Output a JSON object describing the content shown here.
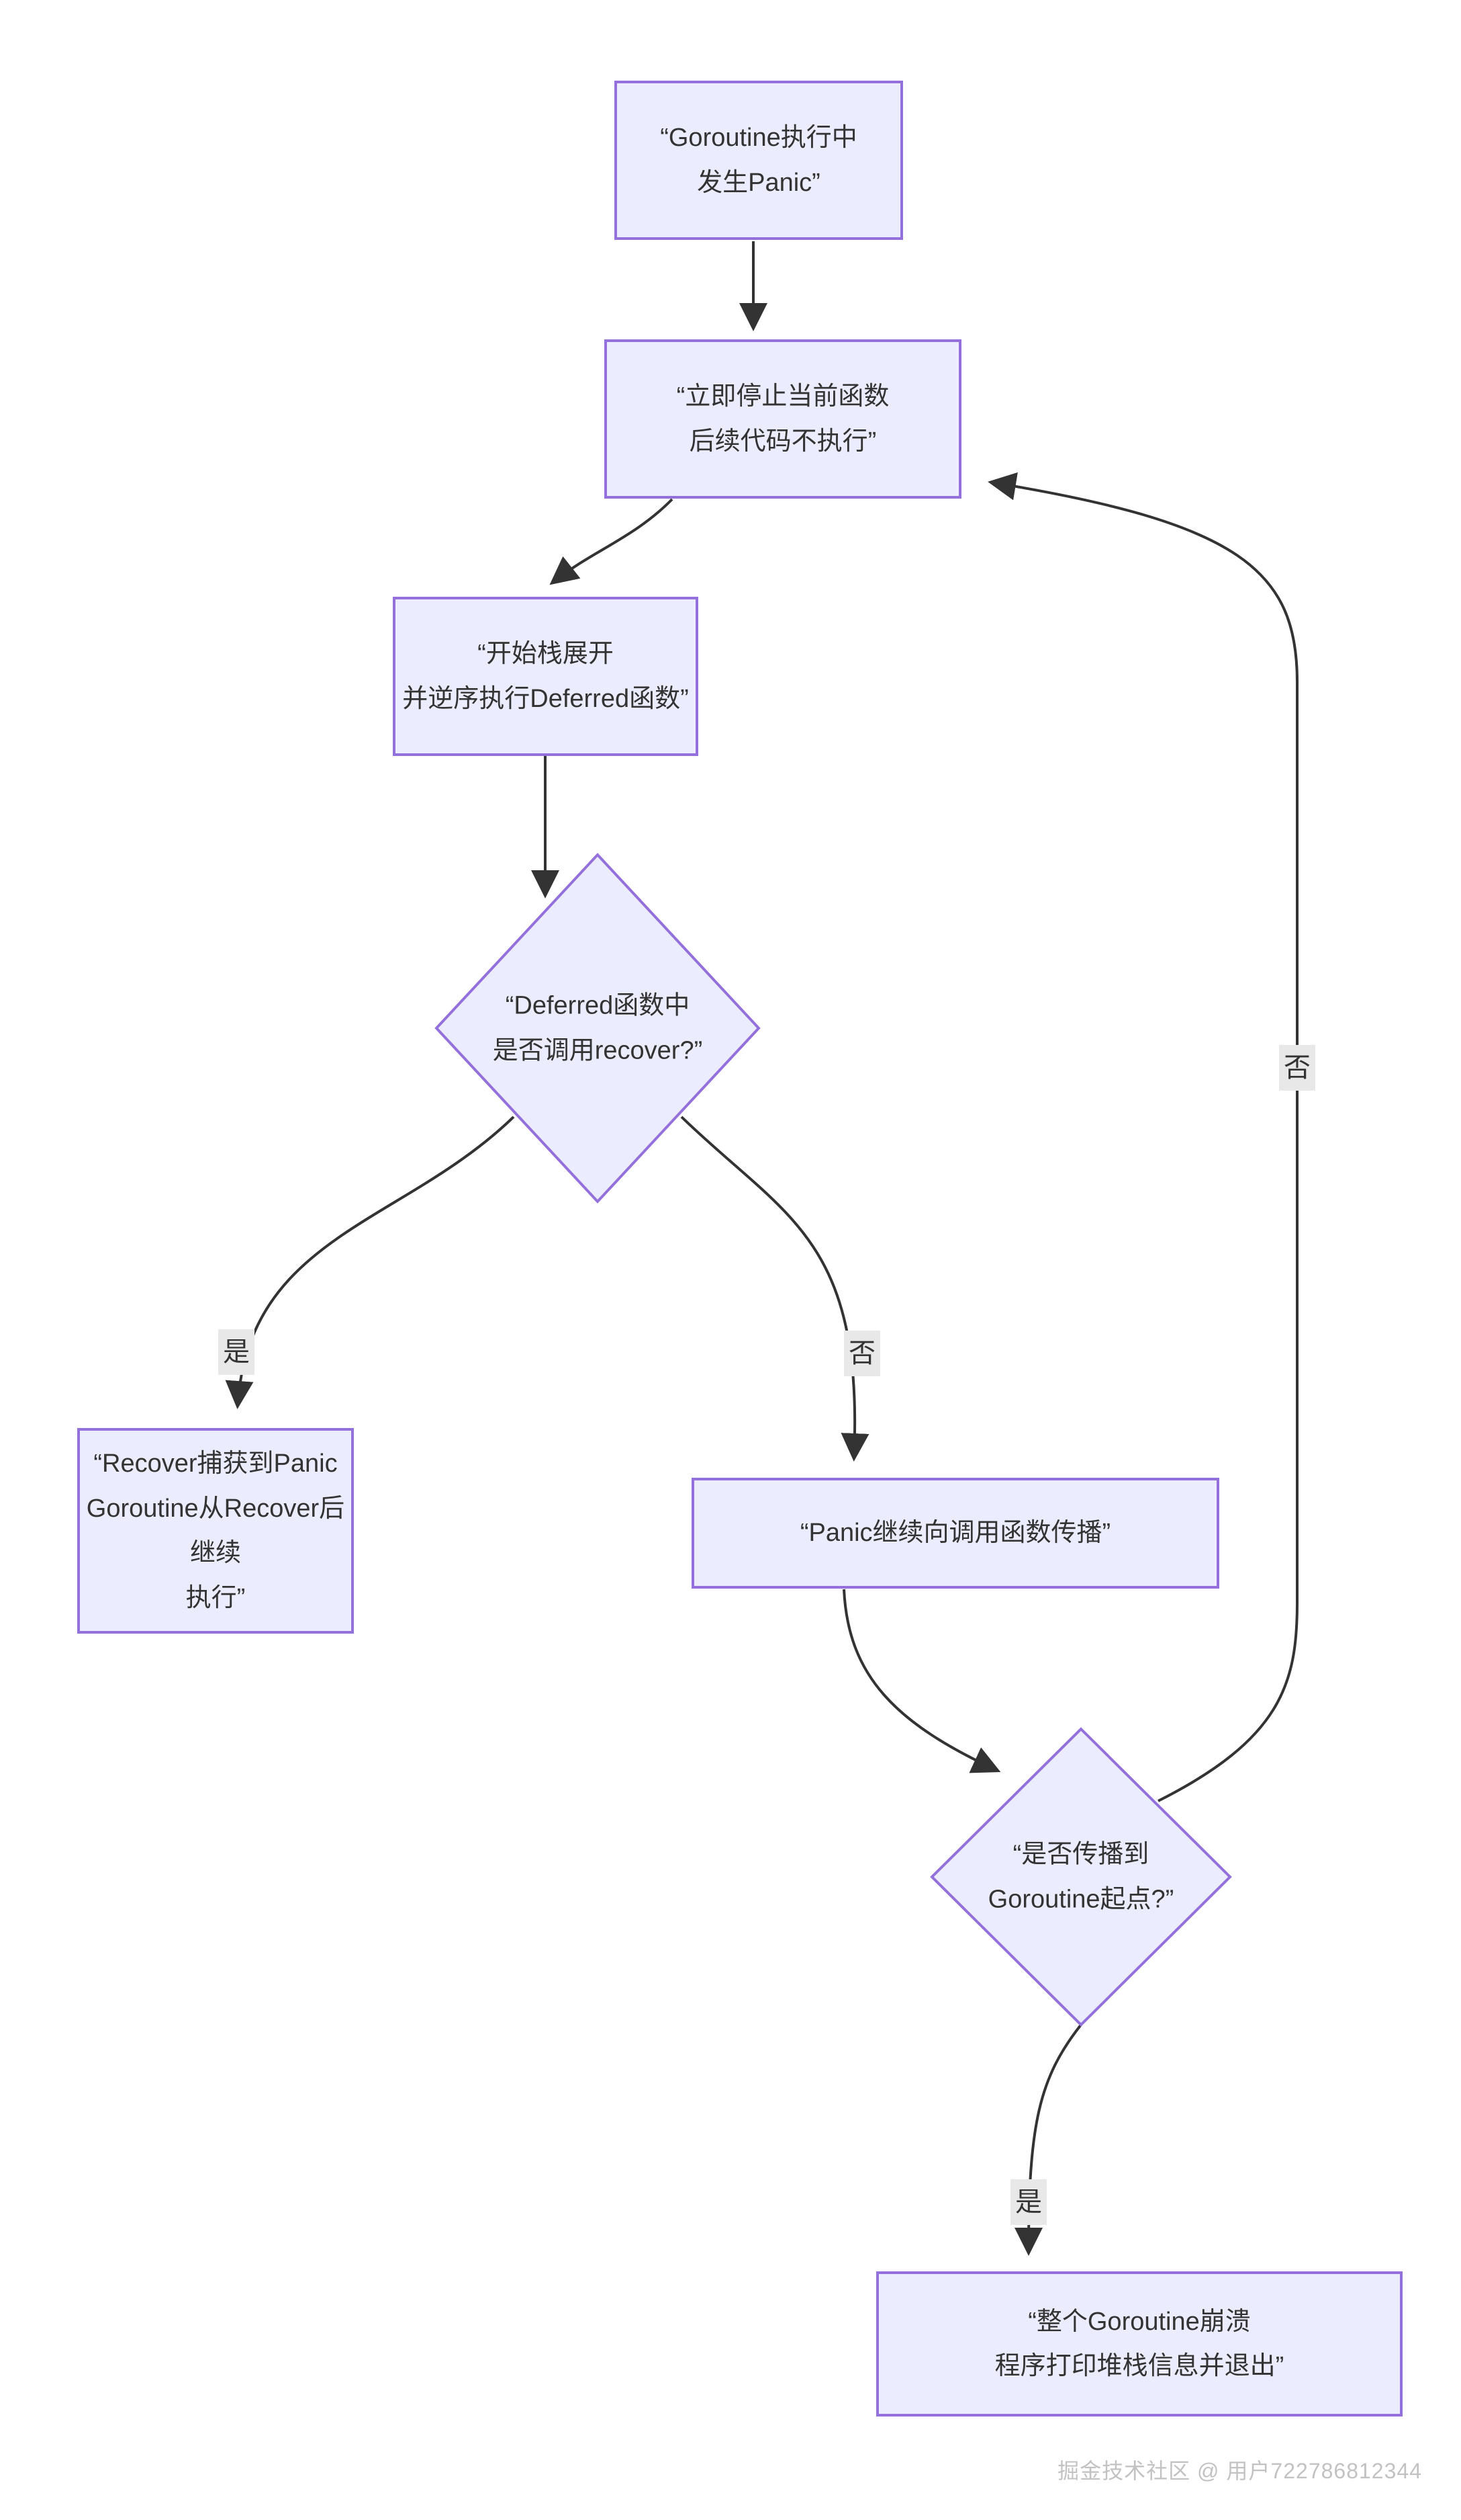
{
  "diagram": {
    "type": "flowchart",
    "direction": "top-down",
    "colors": {
      "background": "#ffffff",
      "node_fill": "#ECECFF",
      "node_border": "#9370DB",
      "edge_color": "#333333",
      "edge_label_bg": "#e8e8e8",
      "text_color": "#333333"
    },
    "nodes": {
      "panic_occurs": {
        "shape": "rect",
        "text": "“Goroutine执行中\n发生Panic”"
      },
      "stop_current": {
        "shape": "rect",
        "text": "“立即停止当前函数\n后续代码不执行”"
      },
      "stack_unwind": {
        "shape": "rect",
        "text": "“开始栈展开\n并逆序执行Deferred函数”"
      },
      "recover_check": {
        "shape": "diamond",
        "text": "“Deferred函数中\n是否调用recover?”"
      },
      "recover_caught": {
        "shape": "rect",
        "text": "“Recover捕获到Panic\nGoroutine从Recover后继续\n执行”"
      },
      "panic_propagates": {
        "shape": "rect",
        "text": "“Panic继续向调用函数传播”"
      },
      "origin_check": {
        "shape": "diamond",
        "text": "“是否传播到\nGoroutine起点?”"
      },
      "goroutine_crash": {
        "shape": "rect",
        "text": "“整个Goroutine崩溃\n程序打印堆栈信息并退出”"
      }
    },
    "edges": [
      {
        "from": "panic_occurs",
        "to": "stop_current",
        "label": ""
      },
      {
        "from": "stop_current",
        "to": "stack_unwind",
        "label": ""
      },
      {
        "from": "stack_unwind",
        "to": "recover_check",
        "label": ""
      },
      {
        "from": "recover_check",
        "to": "recover_caught",
        "label": "是"
      },
      {
        "from": "recover_check",
        "to": "panic_propagates",
        "label": "否"
      },
      {
        "from": "panic_propagates",
        "to": "origin_check",
        "label": ""
      },
      {
        "from": "origin_check",
        "to": "goroutine_crash",
        "label": "是"
      },
      {
        "from": "origin_check",
        "to": "stop_current",
        "label": "否"
      }
    ],
    "edge_labels": {
      "yes1": "是",
      "no1": "否",
      "no2": "否",
      "yes2": "是"
    },
    "watermark": "掘金技术社区 @ 用户722786812344"
  }
}
